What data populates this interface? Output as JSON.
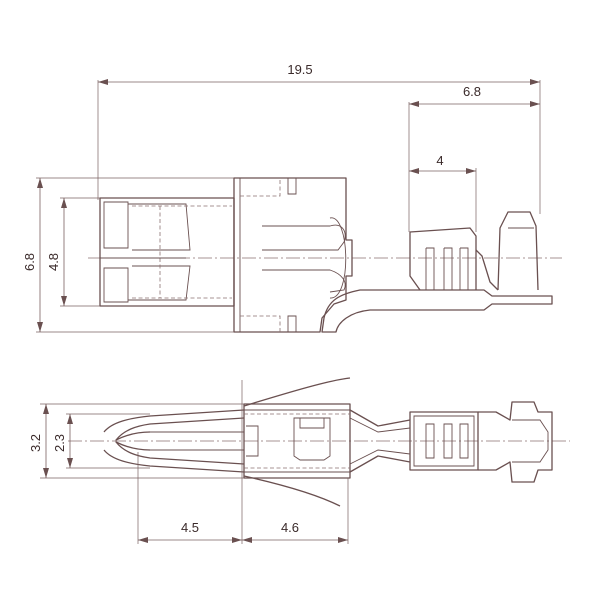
{
  "dimensions": {
    "side_view": {
      "overall_length": "19.5",
      "crimp_section_length": "6.8",
      "wire_crimp_length": "4",
      "overall_height": "6.8",
      "body_height": "4.8"
    },
    "top_view": {
      "overall_width": "3.2",
      "body_width": "2.3",
      "contact_length": "4.5",
      "body_length": "4.6"
    }
  },
  "colors": {
    "line": "#6a5050",
    "text": "#3a2a2a"
  }
}
